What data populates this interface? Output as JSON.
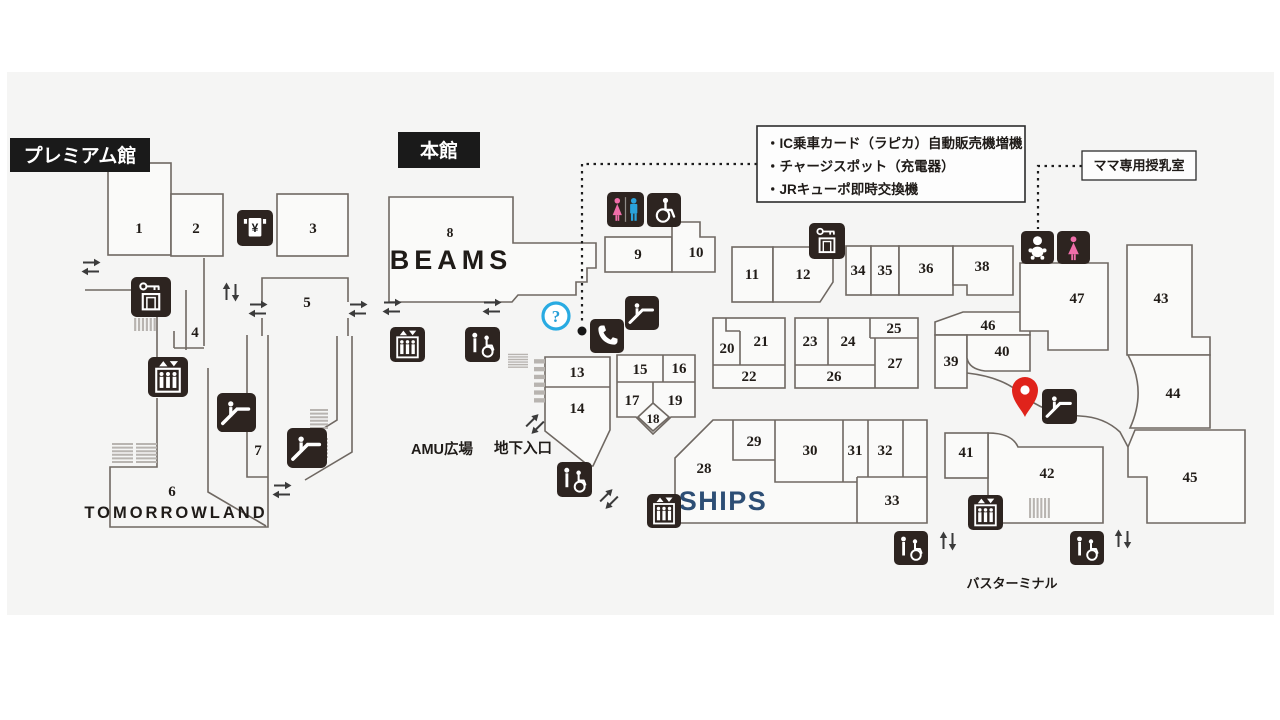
{
  "colors": {
    "panel": "#f5f5f4",
    "line": "#6f6862",
    "icon_bg": "#2d2420",
    "accent_blue": "#29abe2",
    "pin_red": "#e0231b",
    "ships_blue": "#2d4e75",
    "female_pink": "#f06eaa",
    "male_blue": "#2aa3dc"
  },
  "labels": {
    "premium_building": "プレミアム館",
    "main_building": "本館",
    "nursing_room": "ママ専用授乳室",
    "amu_plaza": "AMU広場",
    "basement_entrance": "地下入口",
    "bus_terminal": "バスターミナル"
  },
  "info_box": {
    "lines": [
      "・IC乗車カード（ラピカ）自動販売機増機",
      "・チャージスポット（充電器）",
      "・JRキューポ即時交換機"
    ]
  },
  "stores": {
    "beams": {
      "number": "8",
      "name": "BEAMS"
    },
    "tomorrowland": {
      "number": "6",
      "name": "TOMORROWLAND"
    },
    "ships": {
      "number": "28",
      "name": "SHIPS"
    }
  },
  "symbols": {
    "atm": "¥",
    "info": "?"
  },
  "rooms": {
    "r1": "1",
    "r2": "2",
    "r3": "3",
    "r4": "4",
    "r5": "5",
    "r7": "7",
    "r9": "9",
    "r10": "10",
    "r11": "11",
    "r12": "12",
    "r13": "13",
    "r14": "14",
    "r15": "15",
    "r16": "16",
    "r17": "17",
    "r18": "18",
    "r19": "19",
    "r20": "20",
    "r21": "21",
    "r22": "22",
    "r23": "23",
    "r24": "24",
    "r25": "25",
    "r26": "26",
    "r27": "27",
    "r29": "29",
    "r30": "30",
    "r31": "31",
    "r32": "32",
    "r33": "33",
    "r34": "34",
    "r35": "35",
    "r36": "36",
    "r38": "38",
    "r39": "39",
    "r40": "40",
    "r41": "41",
    "r42": "42",
    "r43": "43",
    "r44": "44",
    "r45": "45",
    "r46": "46",
    "r47": "47"
  }
}
